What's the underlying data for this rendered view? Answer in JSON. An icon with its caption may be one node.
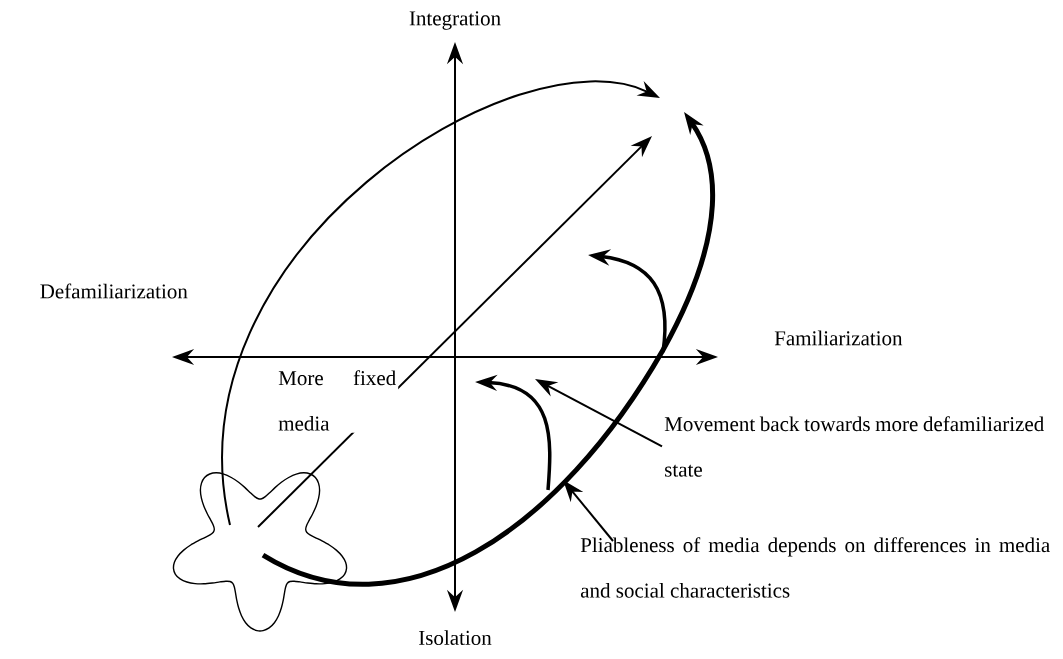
{
  "diagram": {
    "nodes": [
      {
        "text": [],
        "shape": "star"
      },
      {
        "text": [
          "Movement back towards more defamiliarized state"
        ]
      },
      {
        "text": [
          "Pliableness of media depends on differences in media and social characteristics"
        ]
      }
    ],
    "edges": [
      {
        "from": 0,
        "to": null,
        "arrow": "to"
      },
      {
        "from": 0,
        "to": null,
        "arrow": "to",
        "style": "thick"
      },
      {
        "from": 0,
        "to": null,
        "arrow": "to"
      },
      {
        "from": 1,
        "to": null,
        "arrow": "to"
      },
      {
        "from": 2,
        "to": null,
        "arrow": "to"
      }
    ],
    "labels": [
      "Integration",
      "Defamiliarization",
      "Familiarization",
      "More fixed media",
      "Isolation"
    ]
  }
}
